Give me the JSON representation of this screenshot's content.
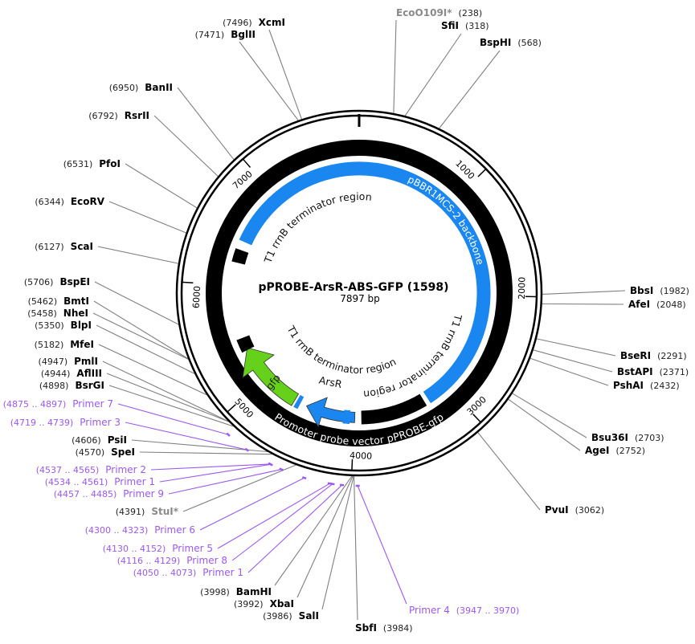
{
  "plasmid": {
    "name": "pPROBE-ArsR-ABS-GFP (1598)",
    "length_label": "7897 bp",
    "length": 7897
  },
  "ticks": [
    "1000",
    "2000",
    "3000",
    "4000",
    "5000",
    "6000",
    "7000"
  ],
  "features": {
    "backbone": "pBBR1MCS-2 backbone",
    "vector": "Promoter probe vector pPROBE-gfp",
    "term_left": "T1 rrnB terminator region",
    "term_right": "T1 rrnB terminator region",
    "term_bottom": "T1 rrnB terminator region",
    "arsr": "ArsR",
    "gfp": "gfp"
  },
  "colors": {
    "backbone": "#1a86f0",
    "gfp": "#66d11a",
    "primer": "#9b59f0",
    "enzyme_line": "#808080"
  },
  "sites_left": [
    {
      "name": "XcmI",
      "pos": "(7496)",
      "bp": 7496
    },
    {
      "name": "BglII",
      "pos": "(7471)",
      "bp": 7471
    },
    {
      "name": "BanII",
      "pos": "(6950)",
      "bp": 6950
    },
    {
      "name": "RsrII",
      "pos": "(6792)",
      "bp": 6792
    },
    {
      "name": "PfoI",
      "pos": "(6531)",
      "bp": 6531
    },
    {
      "name": "EcoRV",
      "pos": "(6344)",
      "bp": 6344
    },
    {
      "name": "ScaI",
      "pos": "(6127)",
      "bp": 6127
    },
    {
      "name": "BspEI",
      "pos": "(5706)",
      "bp": 5706
    },
    {
      "name": "BmtI",
      "pos": "(5462)",
      "bp": 5462
    },
    {
      "name": "NheI",
      "pos": "(5458)",
      "bp": 5458
    },
    {
      "name": "BlpI",
      "pos": "(5350)",
      "bp": 5350
    },
    {
      "name": "MfeI",
      "pos": "(5182)",
      "bp": 5182
    },
    {
      "name": "PmlI",
      "pos": "(4947)",
      "bp": 4947
    },
    {
      "name": "AflIII",
      "pos": "(4944)",
      "bp": 4944
    },
    {
      "name": "BsrGI",
      "pos": "(4898)",
      "bp": 4898
    },
    {
      "name": "Primer 7",
      "pos": "(4875 .. 4897)",
      "bp": 4886,
      "primer": true
    },
    {
      "name": "Primer 3",
      "pos": "(4719 .. 4739)",
      "bp": 4729,
      "primer": true
    },
    {
      "name": "PsiI",
      "pos": "(4606)",
      "bp": 4606
    },
    {
      "name": "SpeI",
      "pos": "(4570)",
      "bp": 4570
    },
    {
      "name": "Primer 2",
      "pos": "(4537 .. 4565)",
      "bp": 4551,
      "primer": true
    },
    {
      "name": "Primer 1",
      "pos": "(4534 .. 4561)",
      "bp": 4547,
      "primer": true
    },
    {
      "name": "Primer 9",
      "pos": "(4457 .. 4485)",
      "bp": 4471,
      "primer": true
    },
    {
      "name": "StuI*",
      "pos": "(4391)",
      "bp": 4391,
      "gray": true
    },
    {
      "name": "Primer 6",
      "pos": "(4300 .. 4323)",
      "bp": 4311,
      "primer": true
    },
    {
      "name": "Primer 5",
      "pos": "(4130 .. 4152)",
      "bp": 4141,
      "primer": true
    },
    {
      "name": "Primer 8",
      "pos": "(4116 .. 4129)",
      "bp": 4122,
      "primer": true
    },
    {
      "name": "Primer 1",
      "pos": "(4050 .. 4073)",
      "bp": 4061,
      "primer": true
    },
    {
      "name": "BamHI",
      "pos": "(3998)",
      "bp": 3998
    },
    {
      "name": "XbaI",
      "pos": "(3992)",
      "bp": 3992
    },
    {
      "name": "SalI",
      "pos": "(3986)",
      "bp": 3986
    }
  ],
  "sites_right": [
    {
      "name": "EcoO109I*",
      "pos": "(238)",
      "bp": 238,
      "gray": true
    },
    {
      "name": "SfiI",
      "pos": "(318)",
      "bp": 318
    },
    {
      "name": "BspHI",
      "pos": "(568)",
      "bp": 568
    },
    {
      "name": "BbsI",
      "pos": "(1982)",
      "bp": 1982
    },
    {
      "name": "AfeI",
      "pos": "(2048)",
      "bp": 2048
    },
    {
      "name": "BseRI",
      "pos": "(2291)",
      "bp": 2291
    },
    {
      "name": "BstAPI",
      "pos": "(2371)",
      "bp": 2371
    },
    {
      "name": "PshAI",
      "pos": "(2432)",
      "bp": 2432
    },
    {
      "name": "Bsu36I",
      "pos": "(2703)",
      "bp": 2703
    },
    {
      "name": "AgeI",
      "pos": "(2752)",
      "bp": 2752
    },
    {
      "name": "PvuI",
      "pos": "(3062)",
      "bp": 3062
    },
    {
      "name": "SbfI",
      "pos": "(3984)",
      "bp": 3984
    },
    {
      "name": "Primer 4",
      "pos": "(3947 .. 3970)",
      "bp": 3958,
      "primer": true
    }
  ]
}
